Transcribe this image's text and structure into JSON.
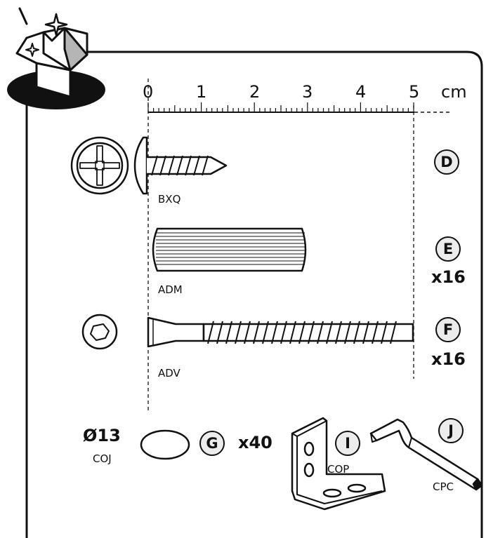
{
  "ruler": {
    "unit": "cm",
    "ticks": [
      "0",
      "1",
      "2",
      "3",
      "4",
      "5"
    ]
  },
  "parts": [
    {
      "letter": "D",
      "code": "BXQ",
      "qty": ""
    },
    {
      "letter": "E",
      "code": "ADM",
      "qty": "x16"
    },
    {
      "letter": "F",
      "code": "ADV",
      "qty": "x16"
    },
    {
      "letter": "G",
      "code": "COJ",
      "qty": "x40",
      "size": "Ø13"
    },
    {
      "letter": "I",
      "code": "COP",
      "qty": ""
    },
    {
      "letter": "J",
      "code": "CPC",
      "qty": ""
    }
  ],
  "icons": {
    "box": "open-box-sparkle-icon",
    "screw_head": "phillips-head-icon",
    "hex_head": "hex-socket-icon"
  },
  "colors": {
    "ink": "#111111",
    "badge_fill": "#ececec",
    "box_shade": "#b5b5b5"
  }
}
